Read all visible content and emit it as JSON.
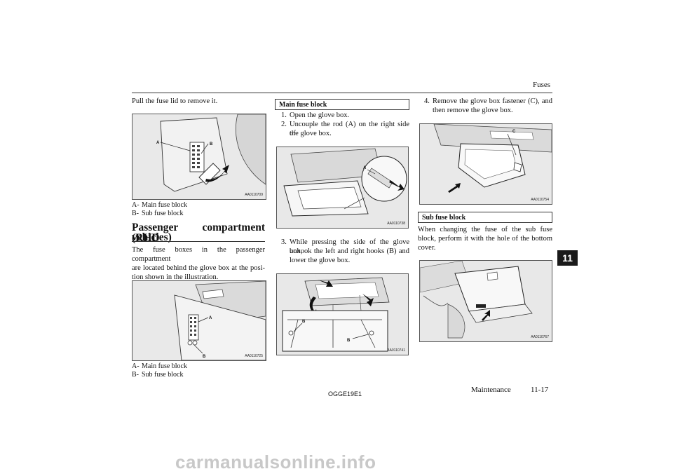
{
  "header": {
    "section_title": "Fuses"
  },
  "col1": {
    "intro": "Pull the fuse lid to remove it.",
    "fig1": {
      "code": "AA0110709",
      "label_a": "A",
      "label_b": "B"
    },
    "legend1": [
      {
        "key": "A-",
        "text": "Main fuse block"
      },
      {
        "key": "B-",
        "text": "Sub fuse block"
      }
    ],
    "heading_line1": "Passenger compartment (RHD",
    "heading_line2": "vehicles)",
    "para": "The fuse boxes in the passenger compartment are located behind the glove box at the position shown in the illustration.",
    "para_lines": [
      "The fuse boxes in the passenger compartment",
      "are located behind the glove box at the posi-",
      "tion shown in the illustration."
    ],
    "fig2": {
      "code": "AA0110725",
      "label_a": "A",
      "label_b": "B"
    },
    "legend2": [
      {
        "key": "A-",
        "text": "Main fuse block"
      },
      {
        "key": "B-",
        "text": "Sub fuse block"
      }
    ]
  },
  "col2": {
    "box_title": "Main fuse block",
    "steps_a": [
      {
        "num": "1.",
        "lines": [
          "Open the glove box."
        ]
      },
      {
        "num": "2.",
        "lines": [
          "Uncouple the rod (A) on the right side of",
          "the glove box."
        ]
      }
    ],
    "fig3": {
      "code": "AA0110738",
      "label_a": "A"
    },
    "steps_b": [
      {
        "num": "3.",
        "lines": [
          "While pressing the side of the glove box,",
          "unhook the left and right hooks (B) and",
          "lower the glove box."
        ]
      }
    ],
    "fig4": {
      "code": "AA0110741",
      "label_b": "B"
    }
  },
  "col3": {
    "steps": [
      {
        "num": "4.",
        "lines": [
          "Remove the glove box fastener (C), and",
          "then remove the glove box."
        ]
      }
    ],
    "fig5": {
      "code": "AA0110754",
      "label_c": "C"
    },
    "box_title": "Sub fuse block",
    "para_lines": [
      "When changing the fuse of the sub fuse",
      "block, perform it with the hole of the bottom",
      "cover."
    ],
    "fig6": {
      "code": "AA0110767"
    }
  },
  "footer": {
    "doc_code": "OGGE19E1",
    "section": "Maintenance",
    "page": "11-17"
  },
  "chapter_tab": "11",
  "watermark": "carmanualsonline.info"
}
